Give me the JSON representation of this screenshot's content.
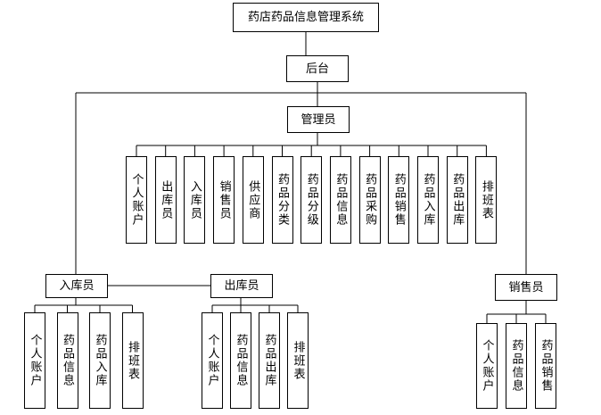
{
  "title": "药店药品信息管理系统",
  "backend": "后台",
  "admin": {
    "label": "管理员",
    "children": [
      "个人账户",
      "出库员",
      "入库员",
      "销售员",
      "供应商",
      "药品分类",
      "药品分级",
      "药品信息",
      "药品采购",
      "药品销售",
      "药品入库",
      "药品出库",
      "排班表"
    ]
  },
  "stock_in": {
    "label": "入库员",
    "children": [
      "个人账户",
      "药品信息",
      "药品入库",
      "排班表"
    ]
  },
  "stock_out": {
    "label": "出库员",
    "children": [
      "个人账户",
      "药品信息",
      "药品出库",
      "排班表"
    ]
  },
  "sales": {
    "label": "销售员",
    "children": [
      "个人账户",
      "药品信息",
      "药品销售"
    ]
  }
}
